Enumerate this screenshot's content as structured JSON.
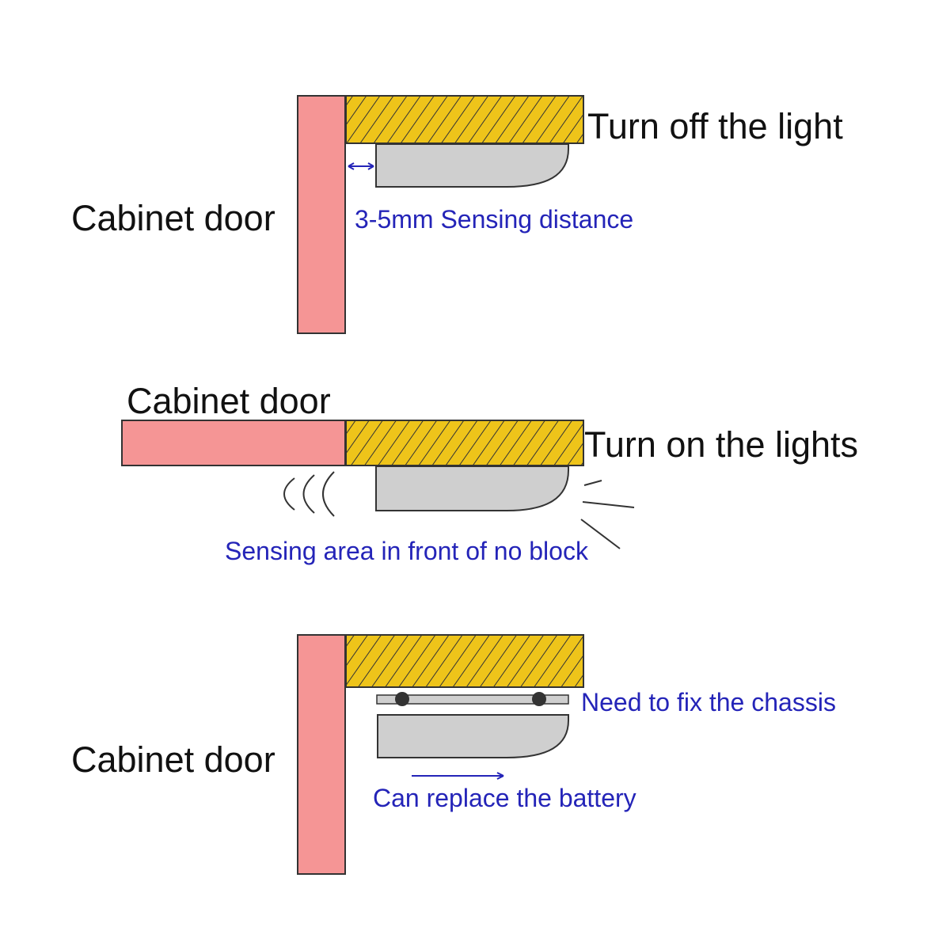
{
  "colors": {
    "door": "#f59595",
    "shelf": "#eec41a",
    "sensor": "#cfcfcf",
    "outline": "#333333",
    "annotation": "#2424b8",
    "text": "#111111"
  },
  "panels": [
    {
      "door_label": "Cabinet door",
      "state_label": "Turn off the light",
      "note": "3-5mm Sensing distance"
    },
    {
      "door_label": "Cabinet door",
      "state_label": "Turn on the lights",
      "note": "Sensing area in front of no block"
    },
    {
      "door_label": "Cabinet door",
      "chassis_label": "Need to fix the chassis",
      "battery_label": "Can replace the battery"
    }
  ]
}
